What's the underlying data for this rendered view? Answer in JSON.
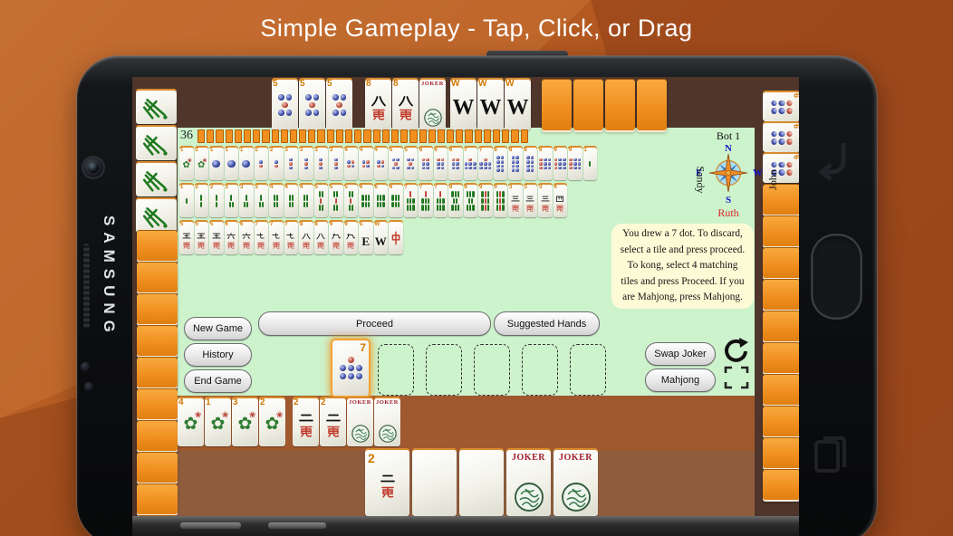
{
  "title": "Simple Gameplay - Tap, Click, or Drag",
  "phone": {
    "brand": "SAMSUNG"
  },
  "colors": {
    "table_green": "#cdf3cd",
    "felt_rust": "#a0582e",
    "felt_brown": "#4f352a",
    "tile_back_orange": "#ef8e1e",
    "info_bg": "#fdfbd6",
    "accent_orange": "#f19020"
  },
  "game": {
    "wall_count": "36",
    "wall_squares": 36,
    "message": "You drew a 7 dot. To discard, select a tile and press proceed. To kong, select 4 matching tiles and press Proceed. If you are Mahjong, press Mahjong.",
    "compass": {
      "top": "Bot 1",
      "bottom": "Ruth",
      "left": "Sandy",
      "right": "John",
      "n": "N",
      "e": "E",
      "s": "S",
      "w": "W"
    },
    "buttons": {
      "new_game": "New Game",
      "history": "History",
      "end_game": "End Game",
      "proceed": "Proceed",
      "suggested_hands": "Suggested Hands",
      "swap_joker": "Swap Joker",
      "mahjong": "Mahjong"
    },
    "joker_label": "JOKER"
  },
  "tiles": {
    "top_wall": {
      "pung_5dot": [
        "d5",
        "d5",
        "d5"
      ],
      "meld_8wan": [
        "w8",
        "w8",
        "j"
      ],
      "pung_west": [
        "xW",
        "xW",
        "xW"
      ],
      "backs": 4
    },
    "left_wall": {
      "face": [
        "g",
        "g",
        "g",
        "g"
      ],
      "backs": 10
    },
    "right_wall": {
      "face": [
        "d6",
        "d6",
        "d6"
      ],
      "backs": 10
    },
    "discards": {
      "row1": [
        "f1",
        "f2",
        "d1",
        "d1",
        "d1",
        "d2",
        "d2",
        "d3",
        "d3",
        "d3",
        "d3",
        "d4",
        "d4",
        "d4",
        "d5",
        "d5",
        "d6",
        "d6",
        "d6",
        "d7",
        "d7",
        "d8",
        "d8",
        "d8",
        "d9",
        "d9",
        "d9",
        "s1"
      ],
      "row2": [
        "s1",
        "s2",
        "s2",
        "s3",
        "s3",
        "s3",
        "s4",
        "s4",
        "s4",
        "s5",
        "s5",
        "s5",
        "s6",
        "s6",
        "s6",
        "s7",
        "s7",
        "s7",
        "s8",
        "s8",
        "s9",
        "s9",
        "w3",
        "w3",
        "w3",
        "w4"
      ],
      "row3": [
        "w5",
        "w5",
        "w5",
        "w6",
        "w6",
        "w7",
        "w7",
        "w7",
        "w8",
        "w8",
        "w9",
        "w9",
        "xE",
        "xW",
        "c"
      ]
    },
    "player": {
      "flowers": [
        "f4",
        "f1",
        "f3",
        "f2"
      ],
      "exposed_kong": [
        "w2",
        "w2",
        "j",
        "j"
      ],
      "drawn_tile": "d7",
      "empty_slots": 5,
      "hand": [
        "w2",
        "blank",
        "blank",
        "j",
        "j"
      ]
    }
  }
}
